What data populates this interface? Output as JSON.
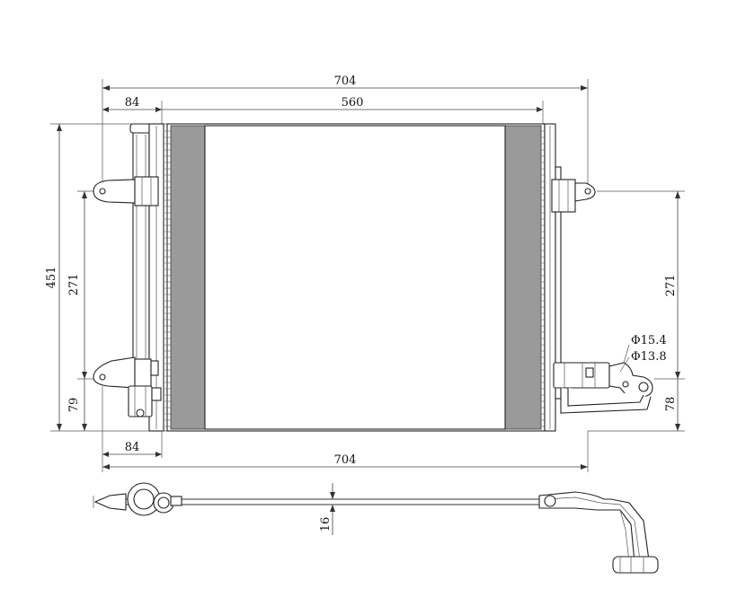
{
  "dimensions": {
    "top_overall_width": "704",
    "top_left_offset": "84",
    "top_core_width": "560",
    "left_overall_height": "451",
    "left_bracket_spacing": "271",
    "left_bottom_offset": "79",
    "bottom_left_offset": "84",
    "bottom_overall_width": "704",
    "right_bracket_spacing": "271",
    "pipe_diameter_outer": "Φ15.4",
    "pipe_diameter_inner": "Φ13.8",
    "right_bottom_offset": "78",
    "side_view_thickness": "16"
  },
  "colors": {
    "line": "#333333",
    "background": "#ffffff",
    "fin_fill": "#9a9a9a"
  }
}
